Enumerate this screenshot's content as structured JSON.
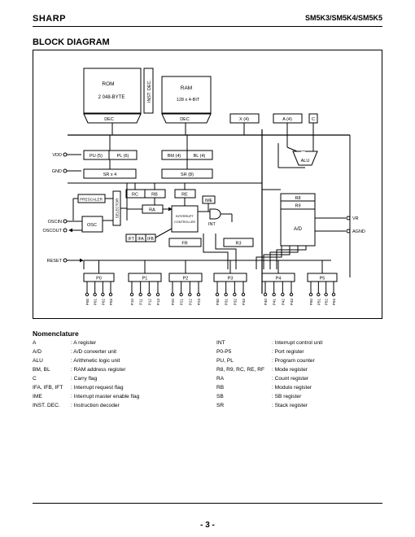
{
  "header": {
    "brand": "SHARP",
    "model": "SM5K3/SM5K4/SM5K5"
  },
  "section_title": "BLOCK DIAGRAM",
  "diagram": {
    "rom_title": "ROM",
    "rom_size": "2 048-BYTE",
    "inst_dec": "INST. DEC.",
    "ram_title": "RAM",
    "ram_size": "128 x 4-BIT",
    "dec": "DEC",
    "x_reg": "X (4)",
    "a_reg": "A (4)",
    "c_flag": "C",
    "pu": "PU (5)",
    "pl": "PL (6)",
    "bm": "BM (4)",
    "bl": "BL (4)",
    "sr4": "SR x 4",
    "sr8": "SR (8)",
    "alu": "ALU",
    "prescaler": "PRESCALER",
    "selector": "SELECTOR",
    "osc": "OSC",
    "rc": "RC",
    "rb": "RB",
    "ra": "RA",
    "re": "RE",
    "ime": "IME",
    "int_ctrl_1": "INTERRUPT",
    "int_ctrl_2": "CONTROLLER",
    "int": "INT",
    "ift": "IFT",
    "ifa": "IFA",
    "ifb": "IFB",
    "fr": "FR",
    "r3": "R3",
    "r8": "R8",
    "r9": "R9",
    "ad": "A/D",
    "vdd": "VDD",
    "gnd": "GND",
    "oscin": "OSCIN",
    "oscout": "OSCOUT",
    "reset": "RESET",
    "vr": "VR",
    "agnd": "AGND",
    "ports": [
      "P0",
      "P1",
      "P2",
      "P3",
      "P4",
      "P5"
    ],
    "pins": {
      "P0": [
        "P00",
        "P01",
        "P02",
        "P03"
      ],
      "P1": [
        "P10",
        "P11",
        "P12",
        "P13"
      ],
      "P2": [
        "P20",
        "P21",
        "P22",
        "P23"
      ],
      "P3": [
        "P30",
        "P31",
        "P32",
        "P33"
      ],
      "P4": [
        "P40",
        "P41",
        "P42",
        "P43"
      ],
      "P5": [
        "P50",
        "P51",
        "P52",
        "P53"
      ]
    }
  },
  "nomenclature": {
    "title": "Nomenclature",
    "left": [
      {
        "term": "A",
        "desc": ": A register"
      },
      {
        "term": "A/D",
        "desc": ": A/D converter unit"
      },
      {
        "term": "ALU",
        "desc": ": Arithmetic logic unit"
      },
      {
        "term": "BM, BL",
        "desc": ": RAM address register"
      },
      {
        "term": "C",
        "desc": ": Carry flag"
      },
      {
        "term": "IFA, IFB, IFT",
        "desc": ": Interrupt request flag"
      },
      {
        "term": "IME",
        "desc": ": Interrupt master enable flag"
      },
      {
        "term": "INST. DEC.",
        "desc": ": Instruction decoder"
      }
    ],
    "right": [
      {
        "term": "INT",
        "desc": ": Interrupt control unit"
      },
      {
        "term": "P0-P5",
        "desc": ": Port register"
      },
      {
        "term": "PU, PL",
        "desc": ": Program counter"
      },
      {
        "term": "R8, R9, RC, RE, RF",
        "desc": ": Mode register"
      },
      {
        "term": "RA",
        "desc": ": Count register"
      },
      {
        "term": "RB",
        "desc": ": Modulo register"
      },
      {
        "term": "SB",
        "desc": ": SB register"
      },
      {
        "term": "SR",
        "desc": ": Stack register"
      }
    ]
  },
  "footer": {
    "page": "- 3 -"
  }
}
